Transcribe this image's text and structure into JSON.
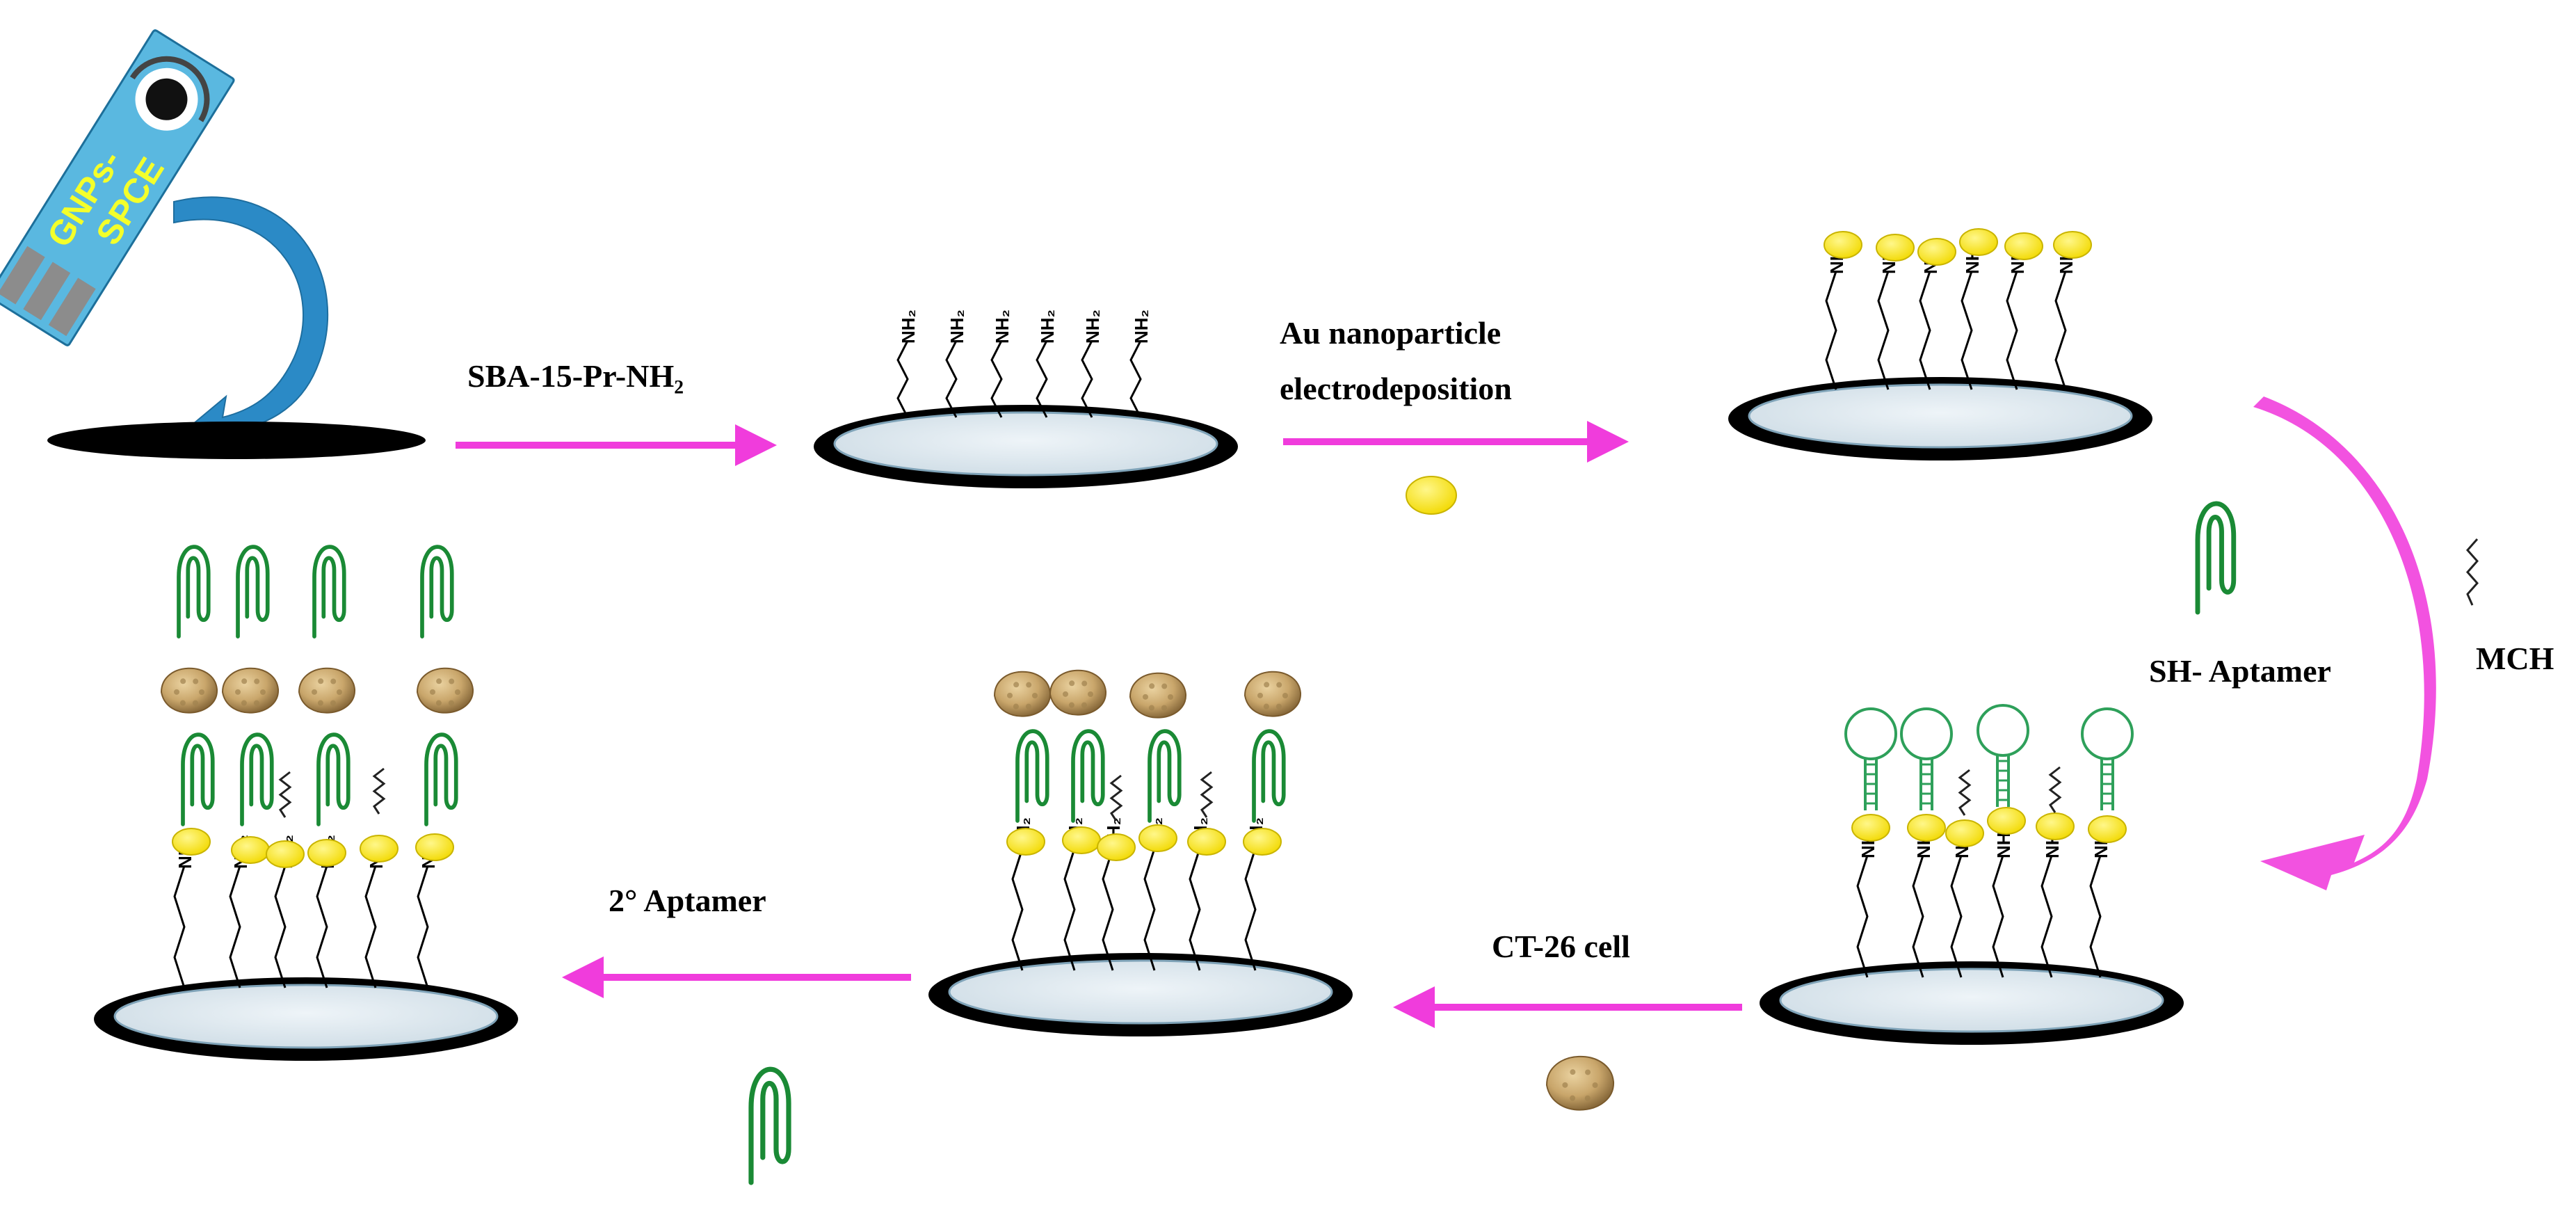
{
  "chip": {
    "line1": "GNPs-",
    "line2": "SPCE"
  },
  "labels": {
    "step1": "SBA-15-Pr-NH₂",
    "step2_line1": "Au nanoparticle",
    "step2_line2": "electrodeposition",
    "step3_aptamer": "SH- Aptamer",
    "step3_mch": "MCH",
    "step4": "CT-26 cell",
    "step5": "2° Aptamer"
  },
  "amine_label": "NH₂",
  "colors": {
    "arrow": "#f03cdc",
    "curved_arrow": "#f252e0",
    "blue_arrow": "#2b8ac6",
    "gold": "#f7e51a",
    "gold_edge": "#c9b400",
    "aptamer": "#1a8a35",
    "aptamer_loop": "#2ea05a",
    "electrode_face": "#d8e6ee",
    "electrode_rim": "#000000",
    "cell": "#c9a66b",
    "chip_body": "#5ab8e0",
    "chip_text": "#f4ff2a"
  }
}
